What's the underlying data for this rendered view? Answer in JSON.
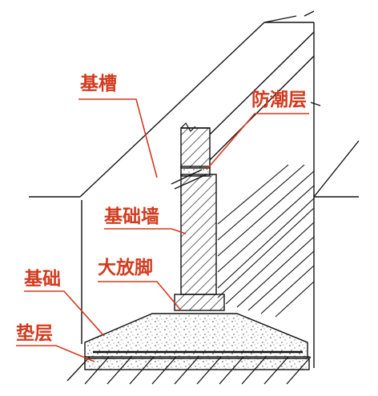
{
  "labels": {
    "trench": "基槽",
    "damp_proof_course": "防潮层",
    "foundation_wall": "基础墙",
    "footing_step": "大放脚",
    "foundation": "基础",
    "cushion": "垫层"
  },
  "colors": {
    "label": "#d23a1e",
    "line": "#111111",
    "background": "#ffffff"
  }
}
